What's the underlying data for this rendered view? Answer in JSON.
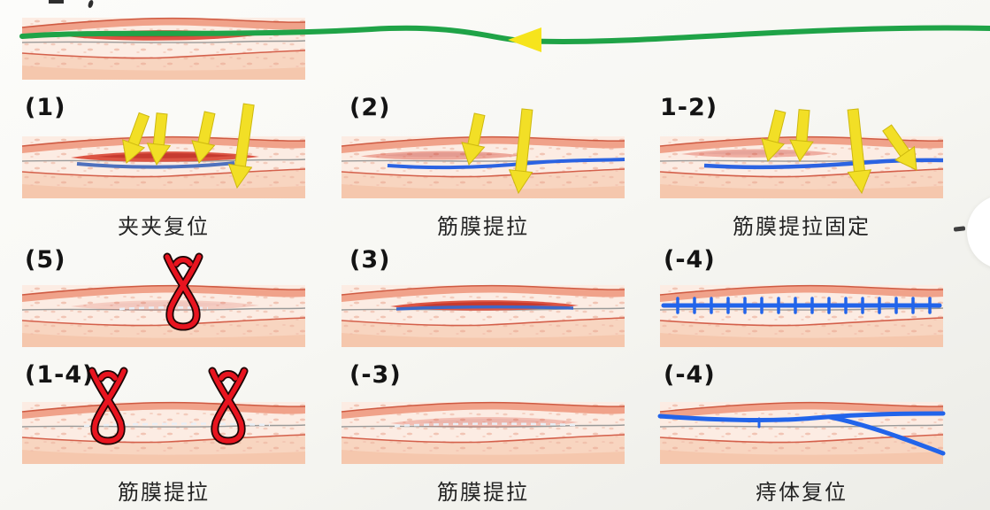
{
  "page": {
    "type": "medical-procedure-diagram-slide",
    "background_top": "#fbfbf8",
    "background_bottom": "#ecece7"
  },
  "colors": {
    "thread_green": "#1fa347",
    "arrowhead_yellow": "#f6e41c",
    "pressure_arrow_yellow": "#f2df26",
    "clamp_red": "#e8141f",
    "suture_blue": "#2264ea",
    "thread_blue_muted": "#4e71bd",
    "fascia_gray": "#9a9a99",
    "epidermis": "#f0a28a",
    "dermis": "#fcece3",
    "subcutis": "#f8d5c0",
    "lesion_red": "#dc5443",
    "number_text": "#141414",
    "label_text": "#242424"
  },
  "green_thread": {
    "icon": "green-thread-line",
    "arrowhead_icon": "left-arrowhead-icon",
    "direction": "left"
  },
  "floating_button": {
    "icon": "partial-circle-button",
    "glyph_icon": "dash-icon"
  },
  "panels": {
    "intro": {
      "number": "",
      "label": "",
      "overlays": [
        "tissue-cross-section",
        "incision-lesion",
        "green-thread-line"
      ]
    },
    "p1": {
      "number": "(1)",
      "label": "夹夹复位",
      "overlays": [
        "tissue-cross-section",
        "incision-lesion",
        "blue-thread-short",
        "down-arrow-icon-x4"
      ]
    },
    "p2": {
      "number": "(2)",
      "label": "筋膜提拉",
      "overlays": [
        "tissue-cross-section",
        "incision-lesion-faint",
        "blue-thread",
        "down-arrow-icon-x2"
      ]
    },
    "p12": {
      "number": "1-2)",
      "label": "筋膜提拉固定",
      "overlays": [
        "tissue-cross-section",
        "incision-lesion-faint",
        "blue-thread",
        "down-arrow-icon-x4"
      ]
    },
    "p5": {
      "number": "(5)",
      "label": "",
      "overlays": [
        "tissue-cross-section",
        "healed-incision",
        "towel-clamp-icon"
      ]
    },
    "p3": {
      "number": "(3)",
      "label": "",
      "overlays": [
        "tissue-cross-section",
        "incision-lesion",
        "blue-thread-short"
      ]
    },
    "pm4a": {
      "number": "(-4)",
      "label": "",
      "overlays": [
        "tissue-cross-section",
        "blue-suture-ticked"
      ],
      "suture_tick_count": 16
    },
    "p14": {
      "number": "(1-4)",
      "label": "筋膜提拉",
      "overlays": [
        "tissue-cross-section",
        "healed-incision",
        "towel-clamp-icon-x2"
      ]
    },
    "pm3": {
      "number": "(-3)",
      "label": "筋膜提拉",
      "overlays": [
        "tissue-cross-section",
        "healed-incision"
      ]
    },
    "pm4b": {
      "number": "(-4)",
      "label": "痔体复位",
      "overlays": [
        "tissue-cross-section",
        "blue-thread",
        "blue-thread-branch"
      ]
    }
  }
}
